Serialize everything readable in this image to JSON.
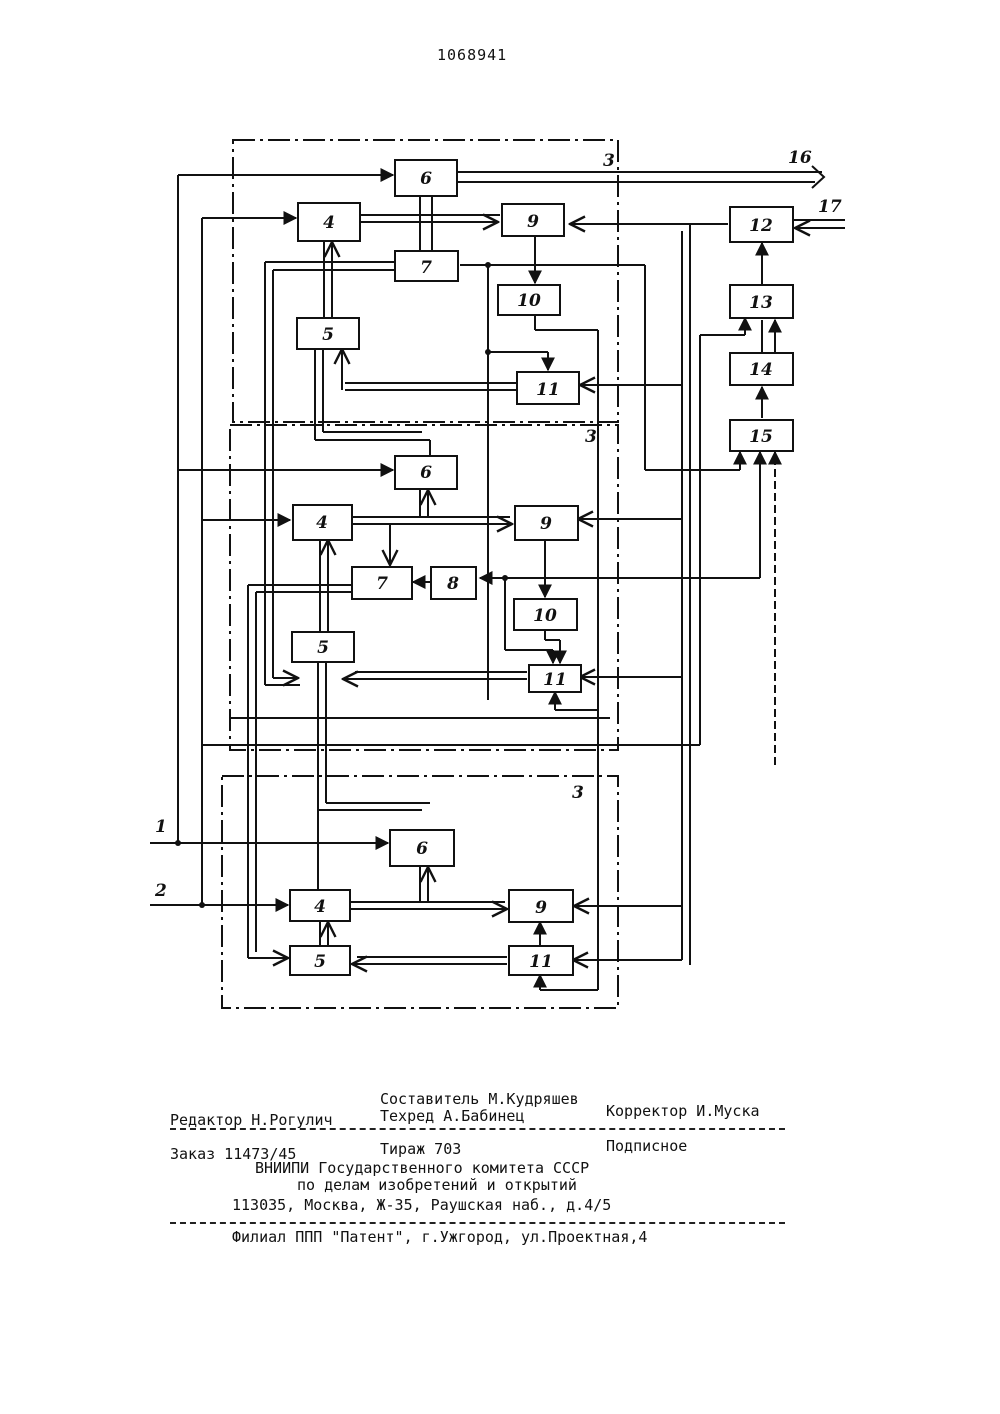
{
  "document": {
    "number": "1068941"
  },
  "diagram": {
    "block_labels": {
      "b6": "6",
      "b4": "4",
      "b7": "7",
      "b5": "5",
      "b9": "9",
      "b10": "10",
      "b11": "11",
      "b8": "8",
      "b12": "12",
      "b13": "13",
      "b14": "14",
      "b15": "15"
    },
    "port_labels": {
      "in1": "1",
      "in2": "2",
      "out16": "16",
      "in17": "17",
      "section": "3"
    }
  },
  "imprint": {
    "compiler": "Составитель М.Кудряшев",
    "editor": "Редактор Н.Рогулич",
    "techred": "Техред А.Бабинец",
    "corrector": "Корректор И.Муска",
    "order": "Заказ 11473/45",
    "circulation": "Тираж 703",
    "subscription": "Подписное",
    "org_line1": "ВНИИПИ Государственного комитета СССР",
    "org_line2": "по делам изобретений и открытий",
    "address": "113035, Москва, Ж-35, Раушская наб., д.4/5",
    "branch": "Филиал ППП \"Патент\", г.Ужгород, ул.Проектная,4"
  }
}
